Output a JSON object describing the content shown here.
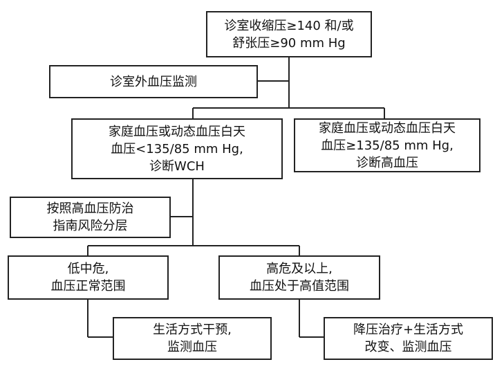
{
  "nodes": {
    "root": {
      "lines": [
        "诊室收缩压≥140 和/或",
        "舒张压≥90 mm Hg"
      ]
    },
    "outside_monitoring": {
      "lines": [
        "诊室外血压监测"
      ]
    },
    "wch_branch": {
      "lines": [
        "家庭血压或动态血压白天",
        "血压<135/85 mm Hg,",
        "诊断WCH"
      ]
    },
    "htn_branch": {
      "lines": [
        "家庭血压或动态血压白天",
        "血压≥135/85 mm Hg,",
        "诊断高血压"
      ]
    },
    "risk_stratification": {
      "lines": [
        "按照高血压防治",
        "指南风险分层"
      ]
    },
    "low_mid_risk": {
      "lines": [
        "低中危,",
        "血压正常范围"
      ]
    },
    "high_risk": {
      "lines": [
        "高危及以上,",
        "血压处于高值范围"
      ]
    },
    "lifestyle_intervention": {
      "lines": [
        "生活方式干预,",
        "监测血压"
      ]
    },
    "treatment": {
      "lines": [
        "降压治疗+生活方式",
        "改变、监测血压"
      ]
    }
  }
}
